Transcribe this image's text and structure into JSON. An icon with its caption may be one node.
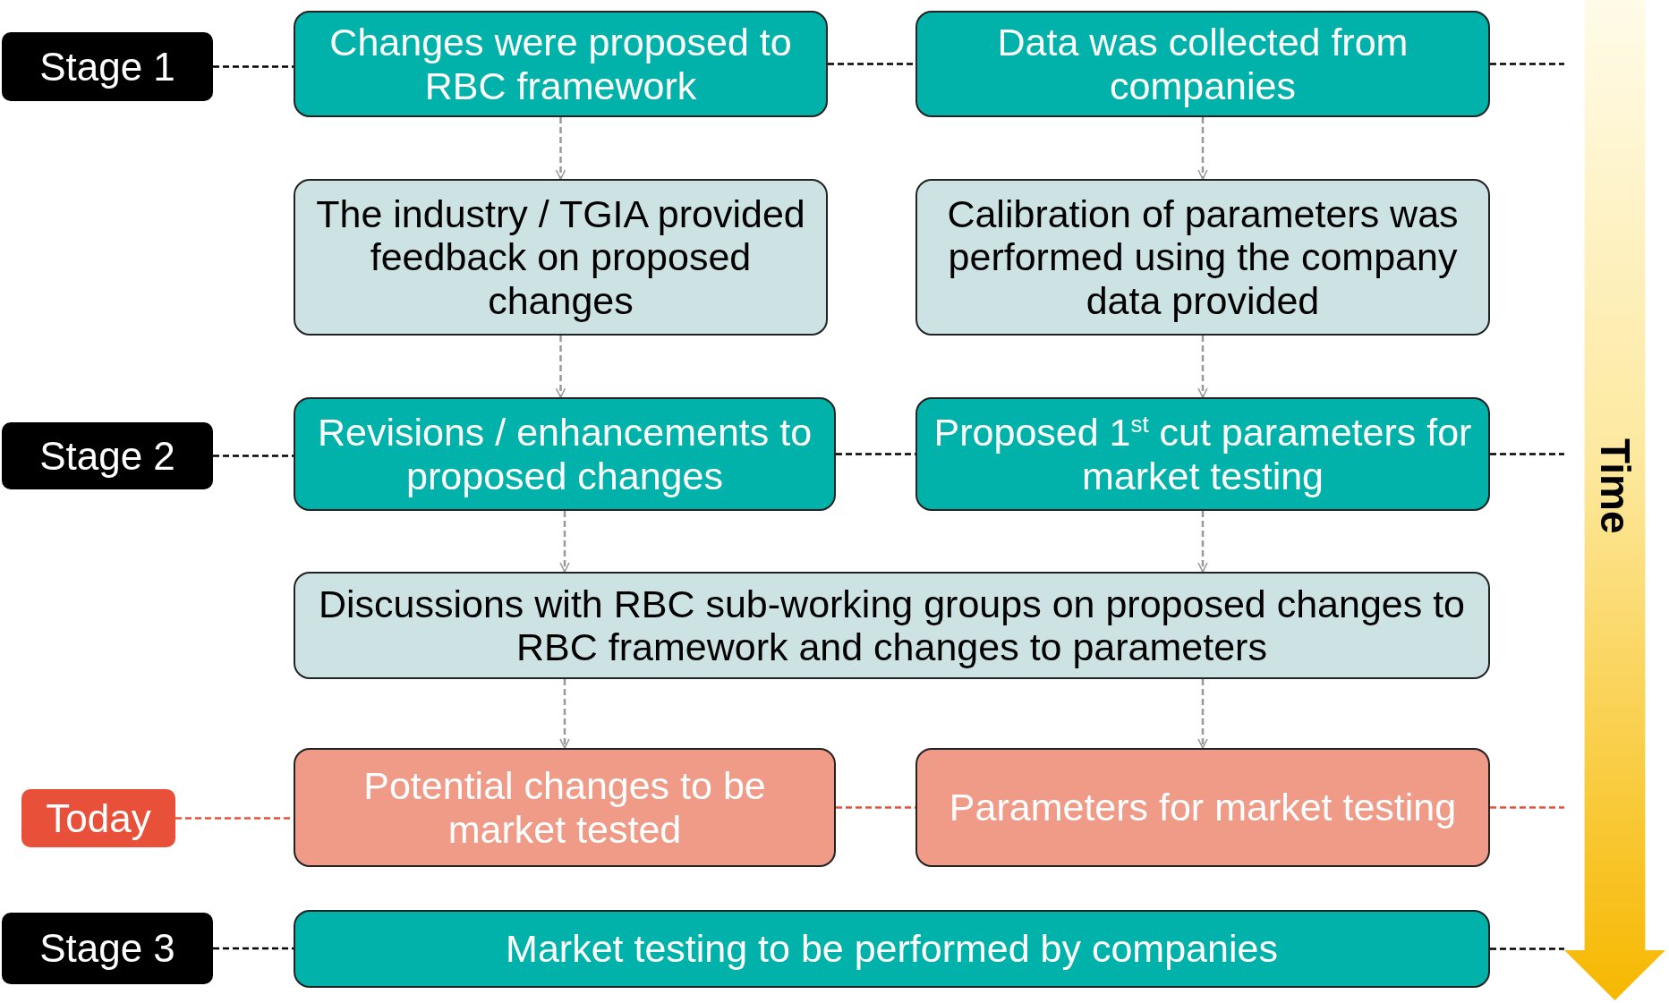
{
  "diagram": {
    "nodes": [
      {
        "text": [
          "Stage 1"
        ]
      },
      {
        "text": [
          "Changes were proposed to RBC framework"
        ]
      },
      {
        "text": [
          "Data was collected from companies"
        ]
      },
      {
        "text": [
          "The industry / TGIA provided feedback on proposed changes"
        ]
      },
      {
        "text": [
          "Calibration of parameters was performed using the company data provided"
        ]
      },
      {
        "text": [
          "Stage 2"
        ]
      },
      {
        "text": [
          "Revisions / enhancements to proposed changes"
        ]
      },
      {
        "text": [
          "Proposed 1$^{st}$ cut parameters for market testing"
        ]
      },
      {
        "text": [
          "Discussions with RBC sub-working groups on proposed changes to RBC framework and changes to parameters"
        ]
      },
      {
        "text": [
          "Today"
        ]
      },
      {
        "text": [
          "Potential changes to be market tested"
        ]
      },
      {
        "text": [
          "Parameters for market testing"
        ]
      },
      {
        "text": [
          "Stage 3"
        ]
      },
      {
        "text": [
          "Market testing to be performed by companies"
        ]
      },
      {
        "text": [
          "Time"
        ]
      }
    ],
    "edges": [
      {
        "from": 0,
        "to": 1,
        "arrow": "none",
        "style": "dashed",
        "color": "#000000"
      },
      {
        "from": 1,
        "to": 2,
        "arrow": "none",
        "style": "dashed",
        "color": "#000000"
      },
      {
        "from": 2,
        "to": 14,
        "arrow": "none",
        "style": "dashed",
        "color": "#000000"
      },
      {
        "from": 1,
        "to": 3,
        "arrow": "to",
        "style": "dashed",
        "color": "#999999"
      },
      {
        "from": 2,
        "to": 4,
        "arrow": "to",
        "style": "dashed",
        "color": "#999999"
      },
      {
        "from": 3,
        "to": 6,
        "arrow": "to",
        "style": "dashed",
        "color": "#999999"
      },
      {
        "from": 4,
        "to": 7,
        "arrow": "to",
        "style": "dashed",
        "color": "#999999"
      },
      {
        "from": 5,
        "to": 6,
        "arrow": "none",
        "style": "dashed",
        "color": "#000000"
      },
      {
        "from": 6,
        "to": 7,
        "arrow": "none",
        "style": "dashed",
        "color": "#000000"
      },
      {
        "from": 7,
        "to": 14,
        "arrow": "none",
        "style": "dashed",
        "color": "#000000"
      },
      {
        "from": 6,
        "to": 8,
        "arrow": "to",
        "style": "dashed",
        "color": "#999999"
      },
      {
        "from": 7,
        "to": 8,
        "arrow": "to",
        "style": "dashed",
        "color": "#999999"
      },
      {
        "from": 8,
        "to": 10,
        "arrow": "to",
        "style": "dashed",
        "color": "#999999"
      },
      {
        "from": 8,
        "to": 11,
        "arrow": "to",
        "style": "dashed",
        "color": "#999999"
      },
      {
        "from": 9,
        "to": 10,
        "arrow": "none",
        "style": "dashed",
        "color": "#e8503a"
      },
      {
        "from": 10,
        "to": 11,
        "arrow": "none",
        "style": "dashed",
        "color": "#e8503a"
      },
      {
        "from": 11,
        "to": 14,
        "arrow": "none",
        "style": "dashed",
        "color": "#e8503a"
      },
      {
        "from": 12,
        "to": 13,
        "arrow": "none",
        "style": "dashed",
        "color": "#000000"
      },
      {
        "from": 13,
        "to": 14,
        "arrow": "none",
        "style": "dashed",
        "color": "#000000"
      }
    ]
  }
}
